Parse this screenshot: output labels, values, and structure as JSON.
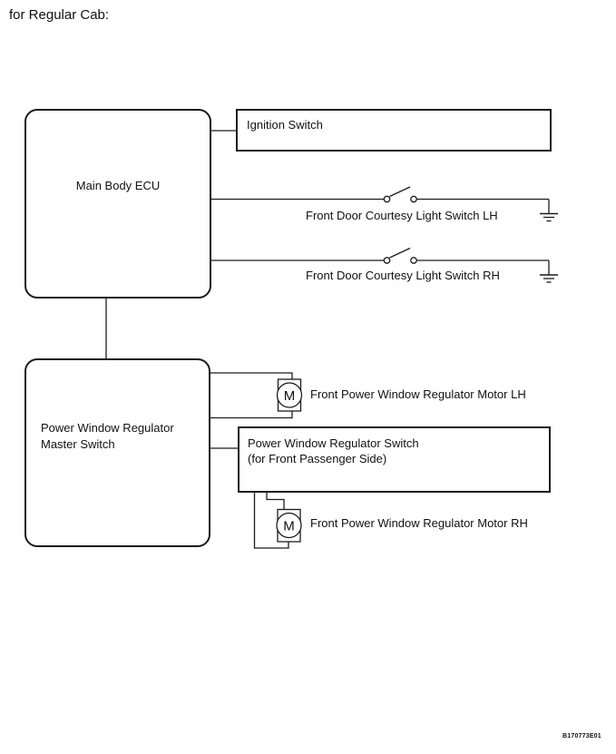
{
  "page": {
    "title": "for Regular Cab:",
    "figure_code": "B170773E01"
  },
  "blocks": {
    "main_body_ecu": {
      "label": "Main Body ECU"
    },
    "power_window_master_switch": {
      "line1": "Power Window Regulator",
      "line2": "Master Switch"
    },
    "ignition_switch": {
      "label": "Ignition Switch"
    },
    "power_window_regulator_switch": {
      "line1": "Power Window Regulator Switch",
      "line2": "(for Front Passenger Side)"
    }
  },
  "components": {
    "courtesy_switch_lh": {
      "label": "Front Door Courtesy Light Switch LH"
    },
    "courtesy_switch_rh": {
      "label": "Front Door Courtesy Light Switch RH"
    },
    "motor_lh": {
      "label": "Front Power Window Regulator Motor LH",
      "symbol": "M"
    },
    "motor_rh": {
      "label": "Front Power Window Regulator Motor RH",
      "symbol": "M"
    }
  },
  "colors": {
    "line": "#1c1c1c",
    "text": "#111111",
    "background": "#ffffff"
  }
}
